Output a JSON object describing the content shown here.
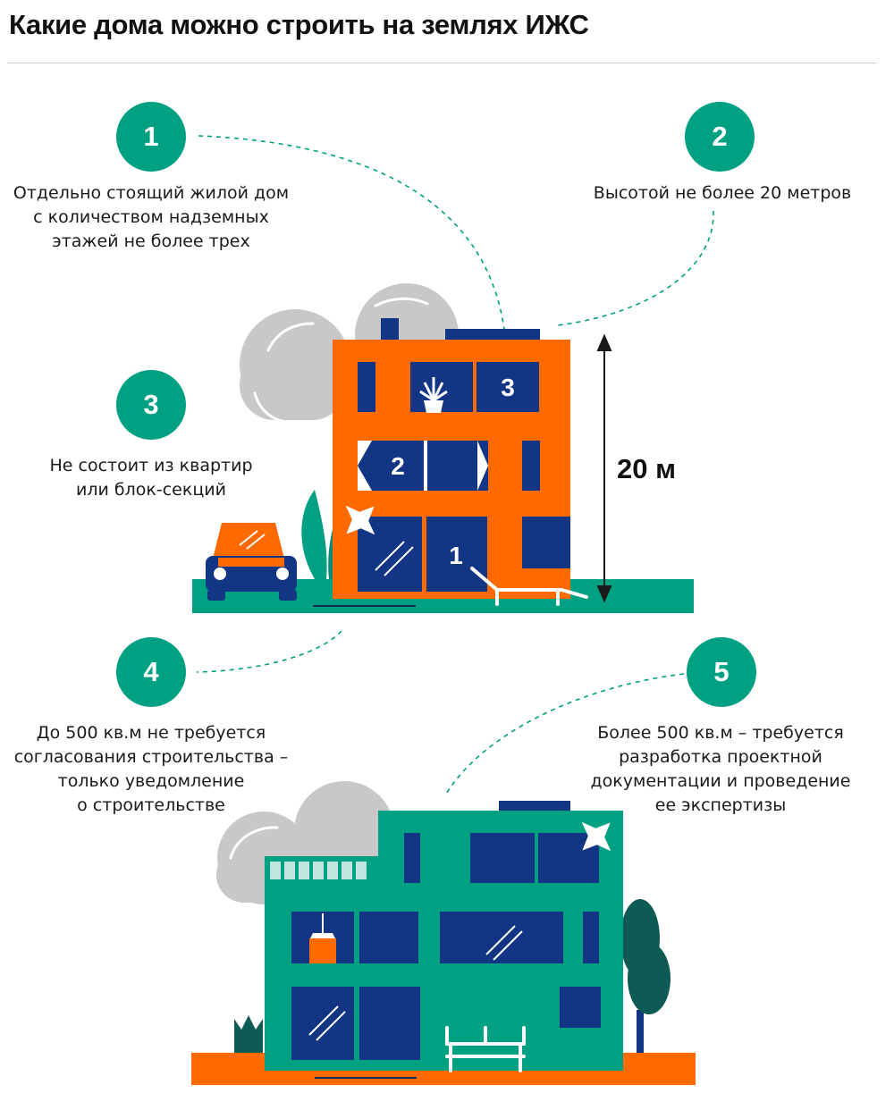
{
  "title": "Какие дома можно строить на землях ИЖС",
  "colors": {
    "green": "#00a082",
    "orange": "#ff6a00",
    "navy": "#123584",
    "gray": "#c8c8c8",
    "dark_green": "#0e5a55"
  },
  "points": [
    {
      "number": "1",
      "text": "Отдельно стоящий жилой дом\nс количеством надземных\nэтажей не более трех"
    },
    {
      "number": "2",
      "text": "Высотой не более 20 метров"
    },
    {
      "number": "3",
      "text": "Не состоит из квартир\nили блок-секций"
    },
    {
      "number": "4",
      "text": "До 500 кв.м не требуется\nсогласования строительства –\nтолько уведомление\nо строительстве"
    },
    {
      "number": "5",
      "text": "Более 500 кв.м – требуется\nразработка проектной\nдокументации и проведение\nее экспертизы"
    }
  ],
  "house": {
    "floor_labels": [
      "1",
      "2",
      "3"
    ],
    "height_label": "20 м"
  },
  "icons": [
    "sparkle-icon",
    "plant-icon",
    "lamp-icon",
    "car-icon",
    "sunbed-icon",
    "bench-icon",
    "tree-icon",
    "cloud-icon"
  ]
}
